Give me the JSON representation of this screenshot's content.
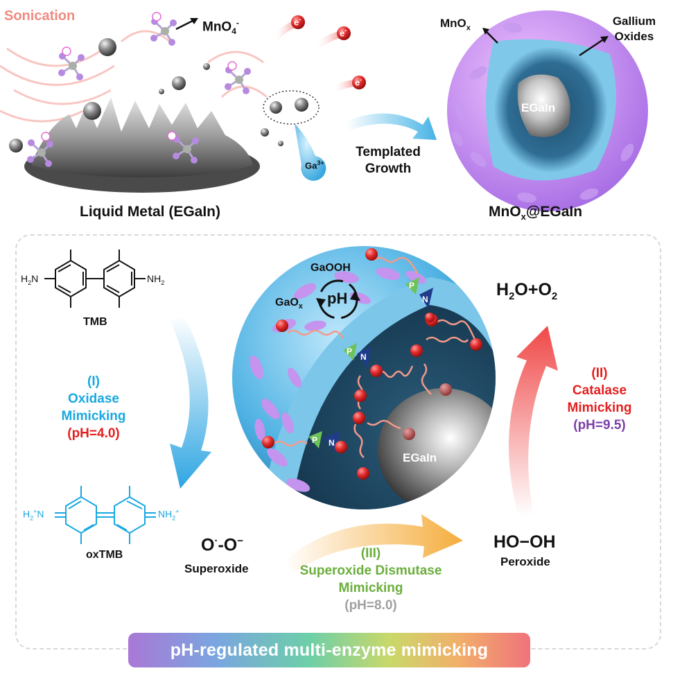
{
  "top": {
    "sonication": "Sonication",
    "permanganate": "MnO",
    "permanganate_sub": "4",
    "permanganate_sup": "-",
    "electron": "e",
    "electron_sup": "-",
    "gallium_ion": "Ga",
    "gallium_ion_sup": "3+",
    "templated_growth_1": "Templated",
    "templated_growth_2": "Growth",
    "liquid_metal_label": "Liquid Metal (EGaIn)",
    "mnox_label": "MnO",
    "mnox_sub": "x",
    "gallium_oxides_1": "Gallium",
    "gallium_oxides_2": "Oxides",
    "core_label": "EGaIn",
    "product_label_prefix": "MnO",
    "product_label_sub": "x",
    "product_label_suffix": "@EGaIn"
  },
  "bottom": {
    "tmb": {
      "name": "TMB",
      "left_group": "H",
      "left_group_sub": "2",
      "left_group_n": "N",
      "right_group": "NH",
      "right_group_sub": "2"
    },
    "oxtmb": {
      "name": "oxTMB",
      "left_group": "H",
      "left_group_sub": "2",
      "left_group_sup": "+",
      "left_group_n": "N",
      "right_group": "NH",
      "right_group_sub": "2",
      "right_group_sup": "+"
    },
    "oxidase": {
      "num": "(I)",
      "line1": "Oxidase",
      "line2": "Mimicking",
      "ph": "(pH=4.0)"
    },
    "catalase": {
      "num": "(II)",
      "line1": "Catalase",
      "line2": "Mimicking",
      "ph": "(pH=9.5)"
    },
    "sod": {
      "num": "(III)",
      "line1": "Superoxide Dismutase",
      "line2": "Mimicking",
      "ph": "(pH=8.0)"
    },
    "superoxide": {
      "formula": "O",
      "formula_sup": "·",
      "formula2": "-O",
      "formula2_sup": "−",
      "name": "Superoxide"
    },
    "peroxide": {
      "formula": "HO−OH",
      "name": "Peroxide"
    },
    "water_oxygen": {
      "h": "H",
      "sub1": "2",
      "mid": "O+O",
      "sub2": "2"
    },
    "cycle": {
      "top": "GaOOH",
      "left": "GaO",
      "left_sub": "x",
      "center": "pH"
    },
    "sphere": {
      "p": "P",
      "n": "N",
      "core": "EGaIn"
    },
    "banner": "pH-regulated multi-enzyme mimicking"
  },
  "colors": {
    "sonication": "#f08a80",
    "oxidase": "#19a8e0",
    "red": "#e41e1e",
    "catalase_ph": "#7b3fa8",
    "sod": "#6aae3c",
    "sod_ph": "#a0a0a0",
    "oxtmb": "#19a8e0"
  }
}
